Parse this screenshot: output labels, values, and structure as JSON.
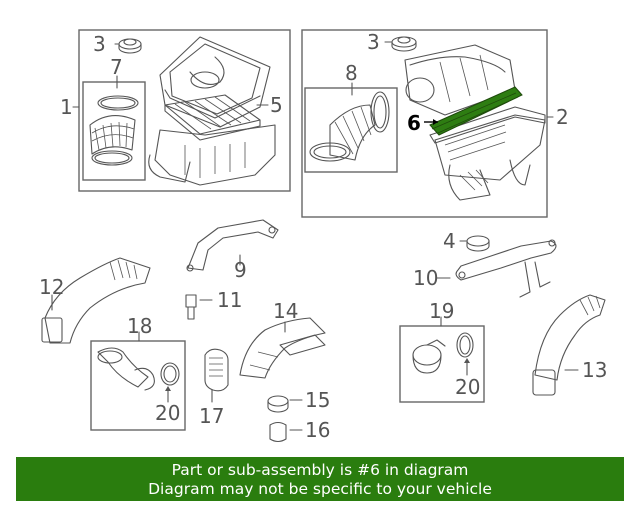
{
  "callouts": {
    "c1": "1",
    "c2": "2",
    "c3a": "3",
    "c3b": "3",
    "c4": "4",
    "c5": "5",
    "c6": "6",
    "c7": "7",
    "c8": "8",
    "c9": "9",
    "c10": "10",
    "c11": "11",
    "c12": "12",
    "c13": "13",
    "c14": "14",
    "c15": "15",
    "c16": "16",
    "c17": "17",
    "c18": "18",
    "c19": "19",
    "c20a": "20",
    "c20b": "20"
  },
  "highlight": {
    "color": "#2e7d12",
    "part": "6"
  },
  "banner": {
    "line1": "Part or sub-assembly is #6 in diagram",
    "line2": "Diagram may not be specific to your vehicle",
    "color": "#2a7d0e"
  }
}
